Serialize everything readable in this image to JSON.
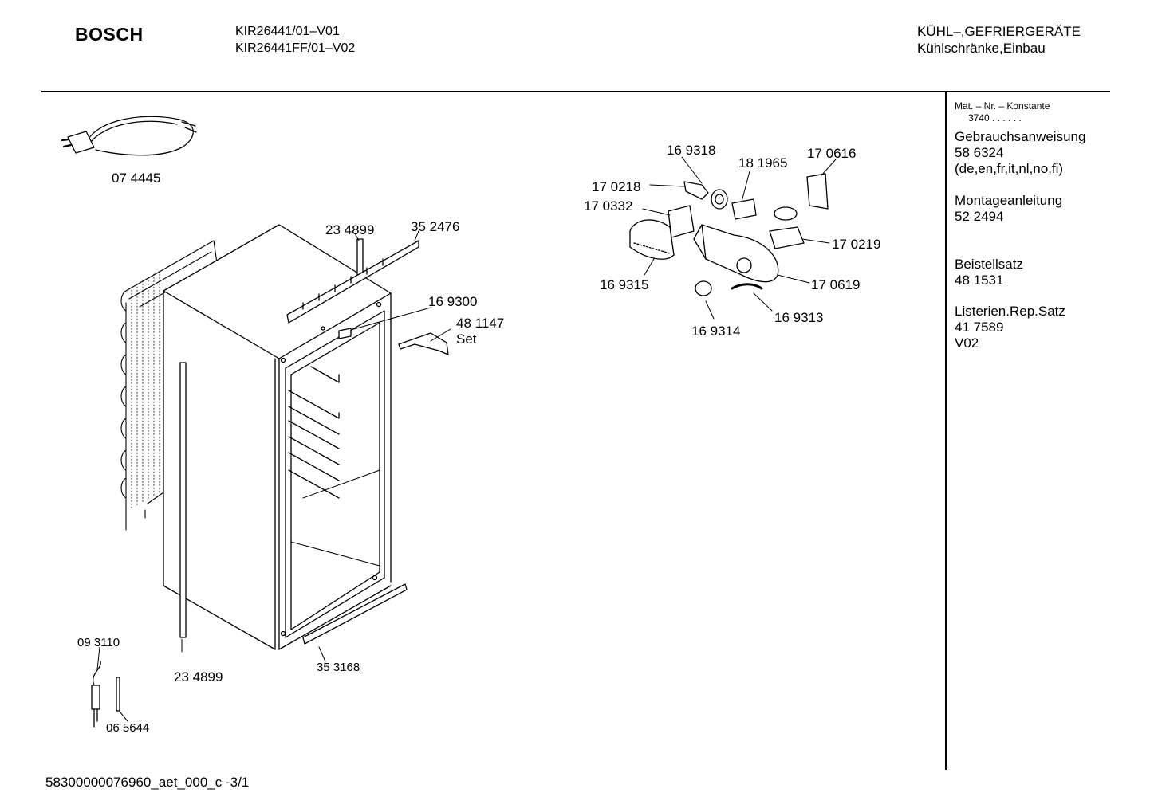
{
  "header": {
    "brand": "BOSCH",
    "models": [
      "KIR26441/01–V01",
      "KIR26441FF/01–V02"
    ],
    "category": "KÜHL–,GEFRIERGERÄTE",
    "subcategory": "Kühlschränke,Einbau"
  },
  "sidebar": {
    "mat_label": "Mat. – Nr. – Konstante",
    "mat_value": "3740  .  .  .  .  .  .",
    "docs": [
      {
        "title": "Gebrauchsanweisung",
        "number": "58 6324",
        "extra": "(de,en,fr,it,nl,no,fi)"
      },
      {
        "title": "Montageanleitung",
        "number": "52 2494",
        "extra": ""
      },
      {
        "title": "Beistellsatz",
        "number": "48 1531",
        "extra": ""
      },
      {
        "title": "Listerien.Rep.Satz",
        "number": "41 7589",
        "extra": "V02"
      }
    ]
  },
  "parts": {
    "p074445": "07 4445",
    "p234899a": "23 4899",
    "p352476": "35 2476",
    "p169300": "16 9300",
    "p481147": "48 1147",
    "set": "Set",
    "p234899b": "23 4899",
    "p353168": "35 3168",
    "p093110": "09 3110",
    "p065644": "06 5644",
    "p169318": "16 9318",
    "p181965": "18 1965",
    "p170616": "17 0616",
    "p170218": "17 0218",
    "p170332": "17 0332",
    "p170219": "17 0219",
    "p169315": "16 9315",
    "p170619": "17 0619",
    "p169313": "16 9313",
    "p169314": "16 9314"
  },
  "footer": {
    "doc_id": "58300000076960_aet_000_c  -3/1"
  }
}
